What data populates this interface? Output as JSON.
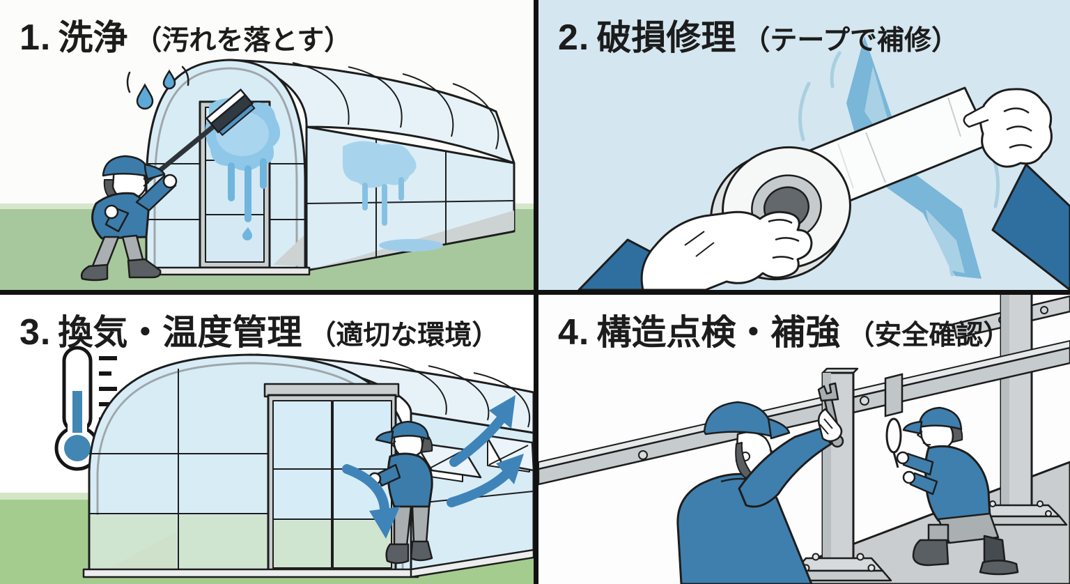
{
  "figure": {
    "type": "four-step infographic",
    "language": "ja",
    "panels": [
      {
        "number": "1.",
        "title": "洗浄",
        "subtitle": "（汚れを落とす）",
        "icons": [
          "water-drop",
          "cleaning-brush",
          "greenhouse"
        ]
      },
      {
        "number": "2.",
        "title": "破損修理",
        "subtitle": "（テープで補修）",
        "icons": [
          "tape-roll",
          "torn-film",
          "hands"
        ]
      },
      {
        "number": "3.",
        "title": "換気・温度管理",
        "subtitle": "（適切な環境）",
        "icons": [
          "thermometer",
          "airflow-arrow",
          "vent-window",
          "greenhouse"
        ]
      },
      {
        "number": "4.",
        "title": "構造点検・補強",
        "subtitle": "（安全確認）",
        "icons": [
          "wrench",
          "steel-post",
          "base-plate"
        ]
      }
    ]
  },
  "colors": {
    "panel_border": "#111111",
    "panel1_bg": "#fcfcfb",
    "panel2_bg": "#d4e6f0",
    "panel3_bg": "#ffffff",
    "panel4_bg": "#fdfdfd",
    "grass_green": "#a7c89c",
    "grass_green_bright": "#a5cc8f",
    "glass_blue": "#d8ecf6",
    "roof_blue": "#e6f2f8",
    "frame_gray": "#c9cecf",
    "steel_gray": "#ced2d4",
    "floor_gray": "#c9cdcf",
    "worker_blue": "#3f7fae",
    "sleeve_blue": "#2f6f9f",
    "water_blue": "#8ec7e8",
    "arrow_blue": "#3e84b8",
    "outline": "#1d1d1d",
    "title_text": "#1c1c1c"
  }
}
